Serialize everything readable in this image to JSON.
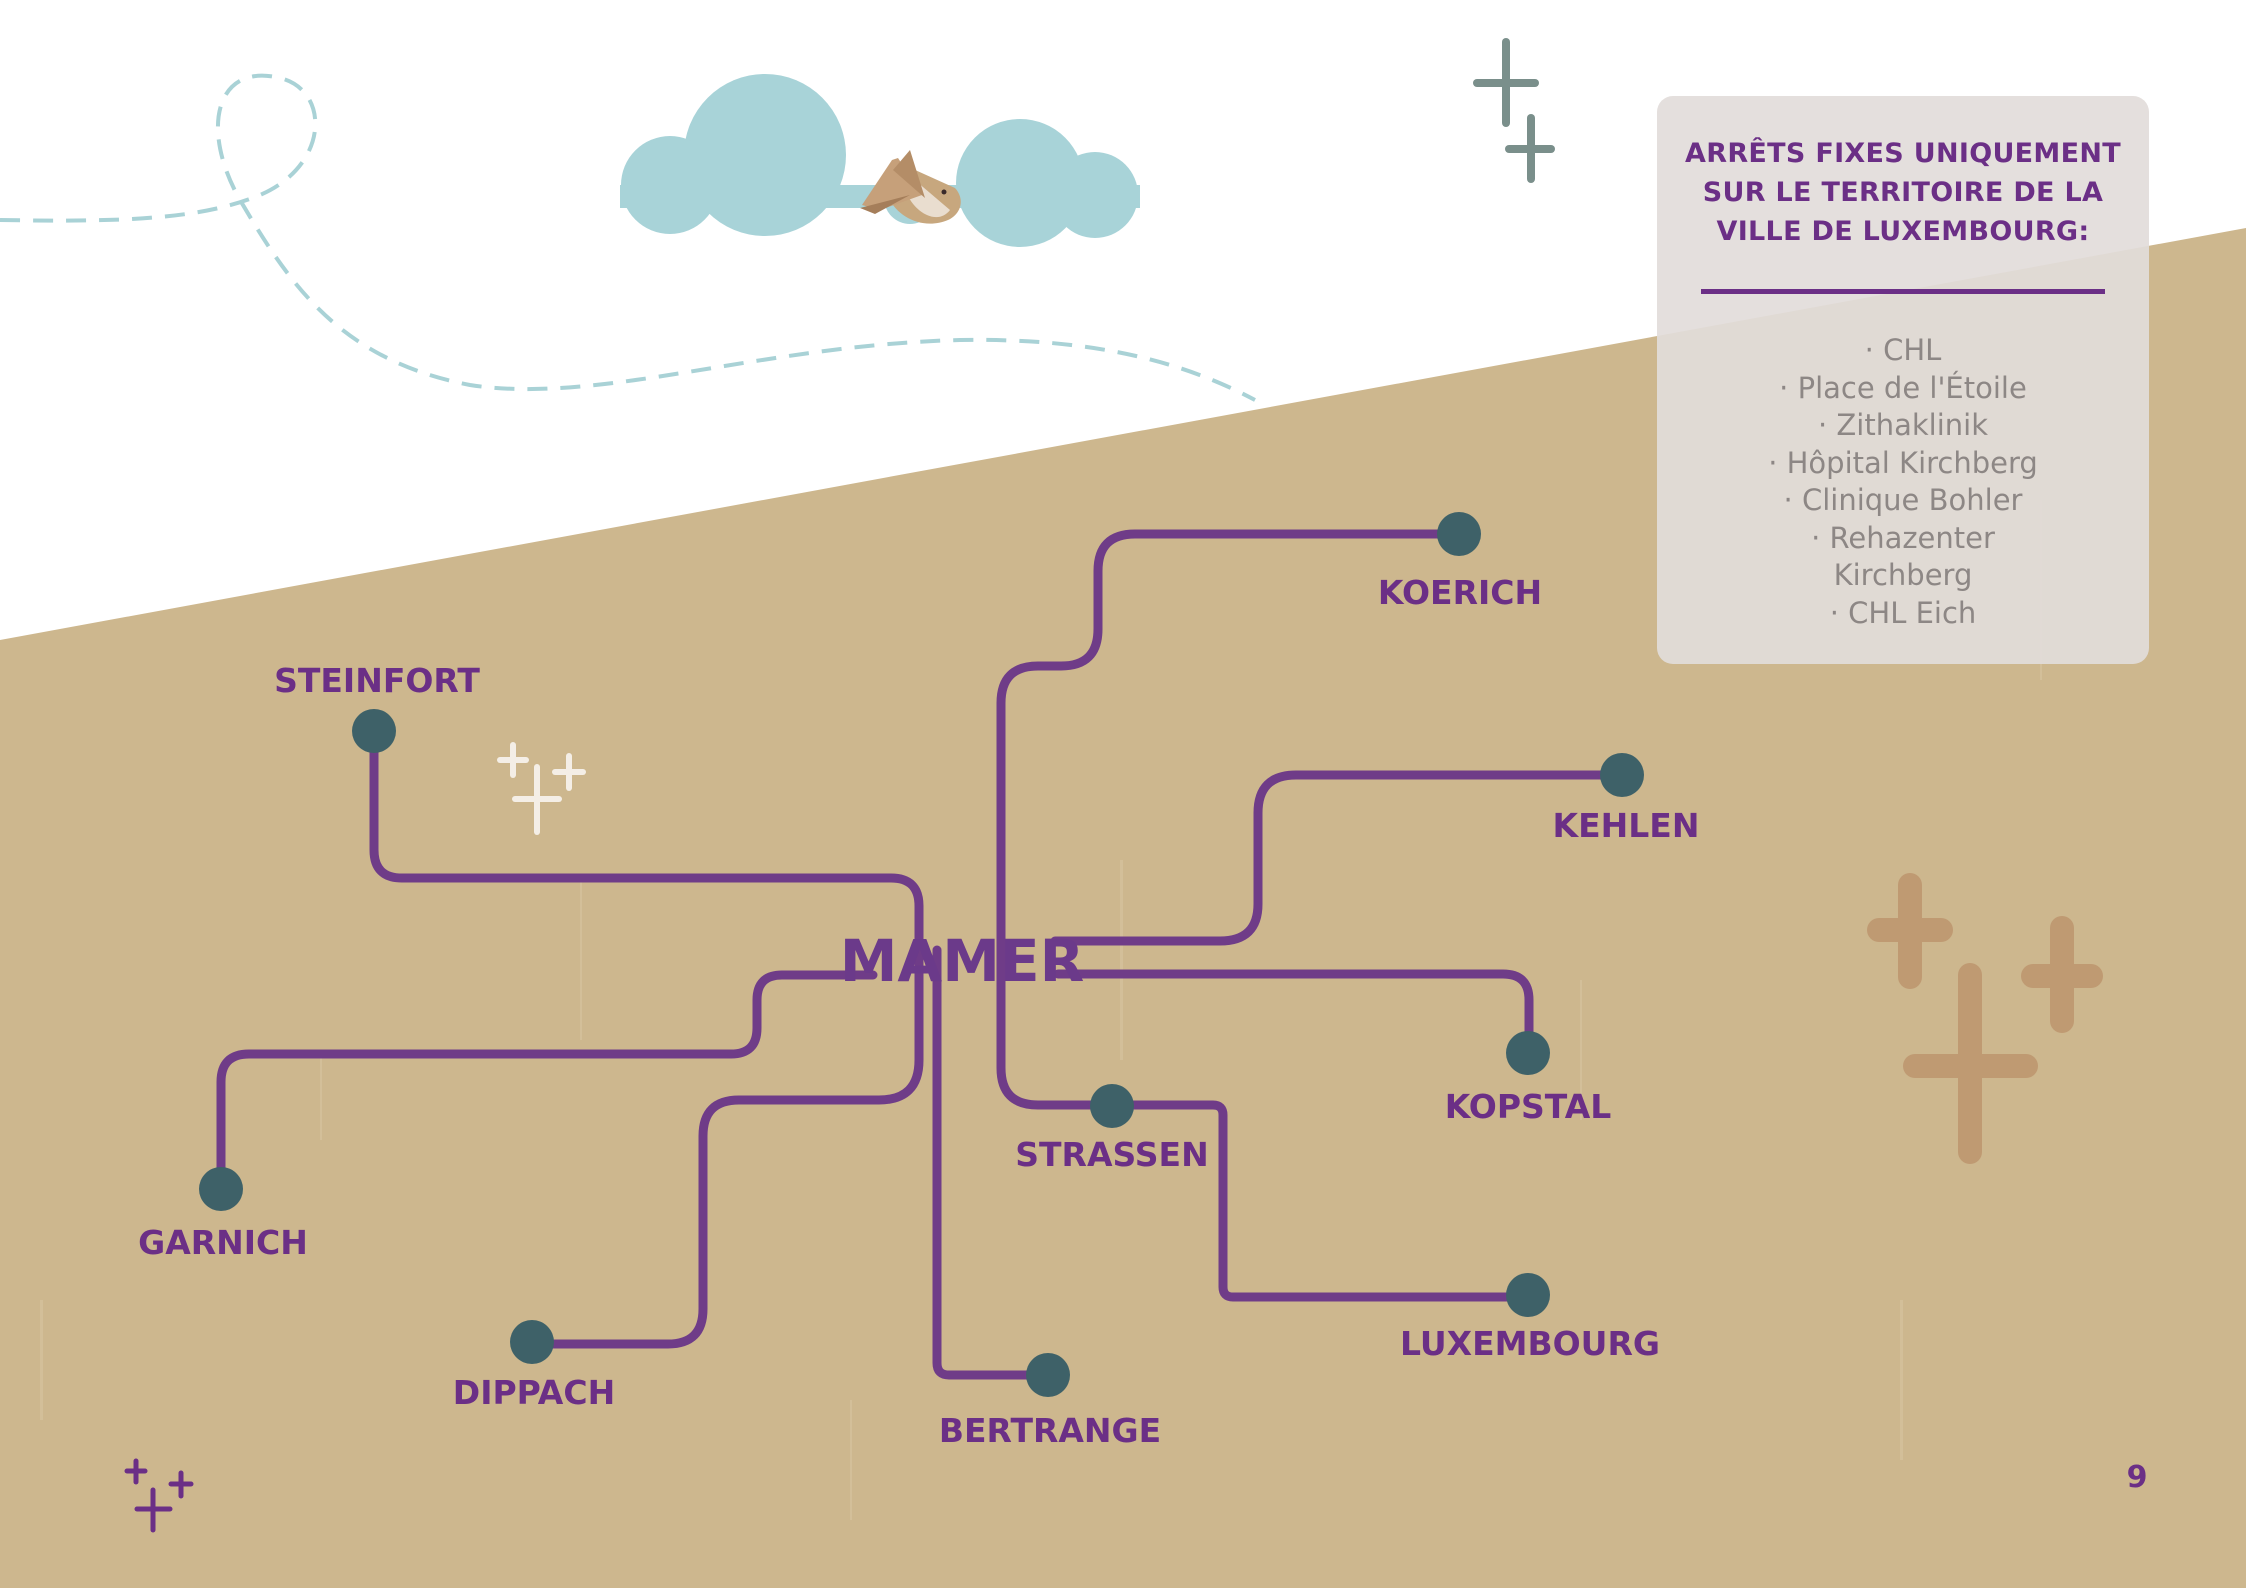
{
  "info": {
    "title_lines": [
      "ARRÊTS FIXES UNIQUEMENT",
      "SUR LE TERRITOIRE DE LA",
      "VILLE DE LUXEMBOURG:"
    ],
    "stops": [
      "· CHL",
      "· Place de l'Étoile",
      "· Zithaklinik",
      "· Hôpital Kirchberg",
      "· Clinique Bohler",
      "· Rehazenter",
      "Kirchberg",
      "· CHL Eich"
    ]
  },
  "map": {
    "hub": "MAMER",
    "destinations": {
      "koerich": "KOERICH",
      "steinfort": "STEINFORT",
      "kehlen": "KEHLEN",
      "kopstal": "KOPSTAL",
      "strassen": "STRASSEN",
      "garnich": "GARNICH",
      "luxembourg": "LUXEMBOURG",
      "dippach": "DIPPACH",
      "bertrange": "BERTRANGE"
    }
  },
  "page_number": "9",
  "colors": {
    "ground": "#cdb78e",
    "route_line": "#6f3c88",
    "stop_dot": "#3e6168",
    "label": "#6b2f86",
    "cloud": "#a8d3d8",
    "info_bg": "#e2dcda"
  },
  "icons": [
    "cloud-icon",
    "bird-icon",
    "sparkle-icon"
  ]
}
